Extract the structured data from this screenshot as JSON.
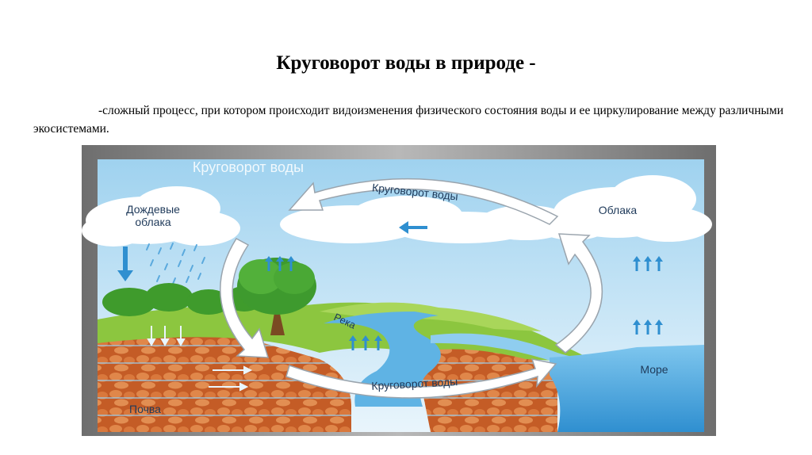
{
  "slide": {
    "title": "Круговорот воды в природе -",
    "description": "-сложный процесс, при котором происходит видоизменения физического состояния воды и ее циркулирование между различными экосистемами."
  },
  "diagram": {
    "heading": "Круговорот воды",
    "labels": {
      "rain_clouds_line1": "Дождевые",
      "rain_clouds_line2": "облака",
      "clouds": "Облака",
      "top_arrow": "Круговорот воды",
      "bottom_arrow": "Круговорот воды",
      "river": "Река",
      "sea": "Море",
      "soil": "Почва"
    }
  },
  "colors": {
    "frame": "#7f7f7f",
    "sky": "#cfe8f6",
    "grass": "#8cc63f",
    "soil": "#c8632a",
    "water": "#5fb3e4",
    "arrow_fill": "#ffffff",
    "arrow_stroke": "#9aa4ad",
    "blue_arrow": "#2f8fd0"
  }
}
